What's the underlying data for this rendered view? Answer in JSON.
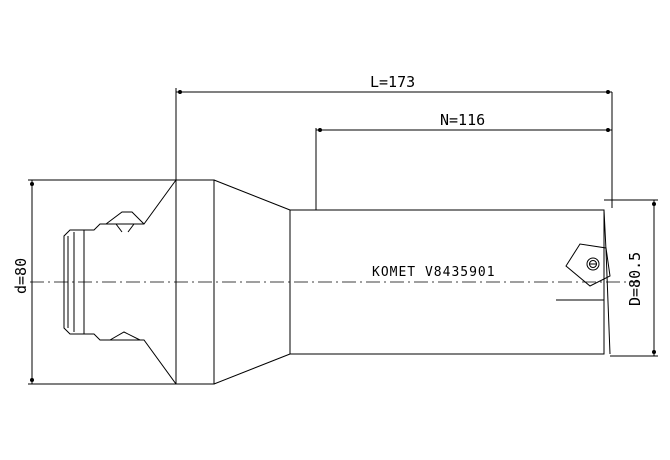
{
  "drawing": {
    "dimensions": {
      "overall_length": "L=173",
      "reach_length": "N=116",
      "shank_diameter": "d=80",
      "cutting_diameter": "D=80.5"
    },
    "marking": "KOMET  V8435901"
  }
}
